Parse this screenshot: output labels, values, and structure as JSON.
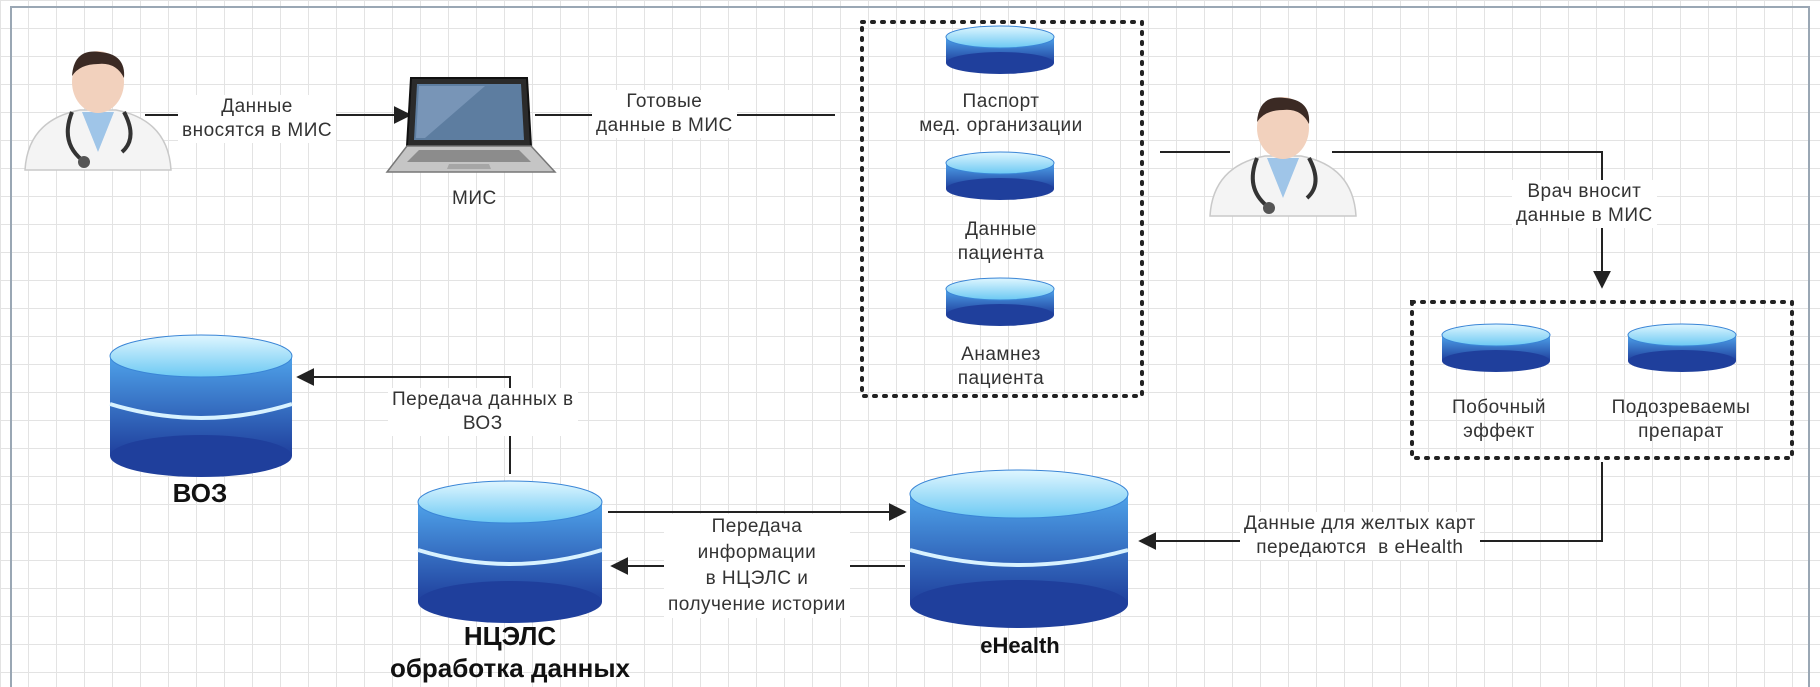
{
  "colors": {
    "db_top": "#7fd3f7",
    "db_body": "#3a78cc",
    "db_dark": "#1e3f9a",
    "edge": "#222222"
  },
  "nodes": {
    "mis_label": "МИС",
    "passport": "Паспорт\nмед. организации",
    "patient_data": "Данные\nпациента",
    "anamnesis": "Анамнез\nпациента",
    "side_effect": "Побочный\nэффект",
    "suspected_drug": "Подозреваемы\nпрепарат",
    "who": "ВОЗ",
    "ncels": "НЦЭЛС\nобработка данных",
    "ehealth": "eHealth"
  },
  "edges": {
    "enter_mis": "Данные\nвносятся в МИС",
    "ready_mis": "Готовые\nданные в МИС",
    "doctor_enters": "Врач вносит\nданные в МИС",
    "transfer_who": "Передача данных в\nВОЗ",
    "transfer_ncels": "Передача\nинформации\nв НЦЭЛС и\nполучение истории",
    "yellow_cards": "Данные для желтых карт\nпередаются  в eHealth"
  },
  "icons": [
    "doctor-icon",
    "laptop-icon",
    "database-icon"
  ]
}
